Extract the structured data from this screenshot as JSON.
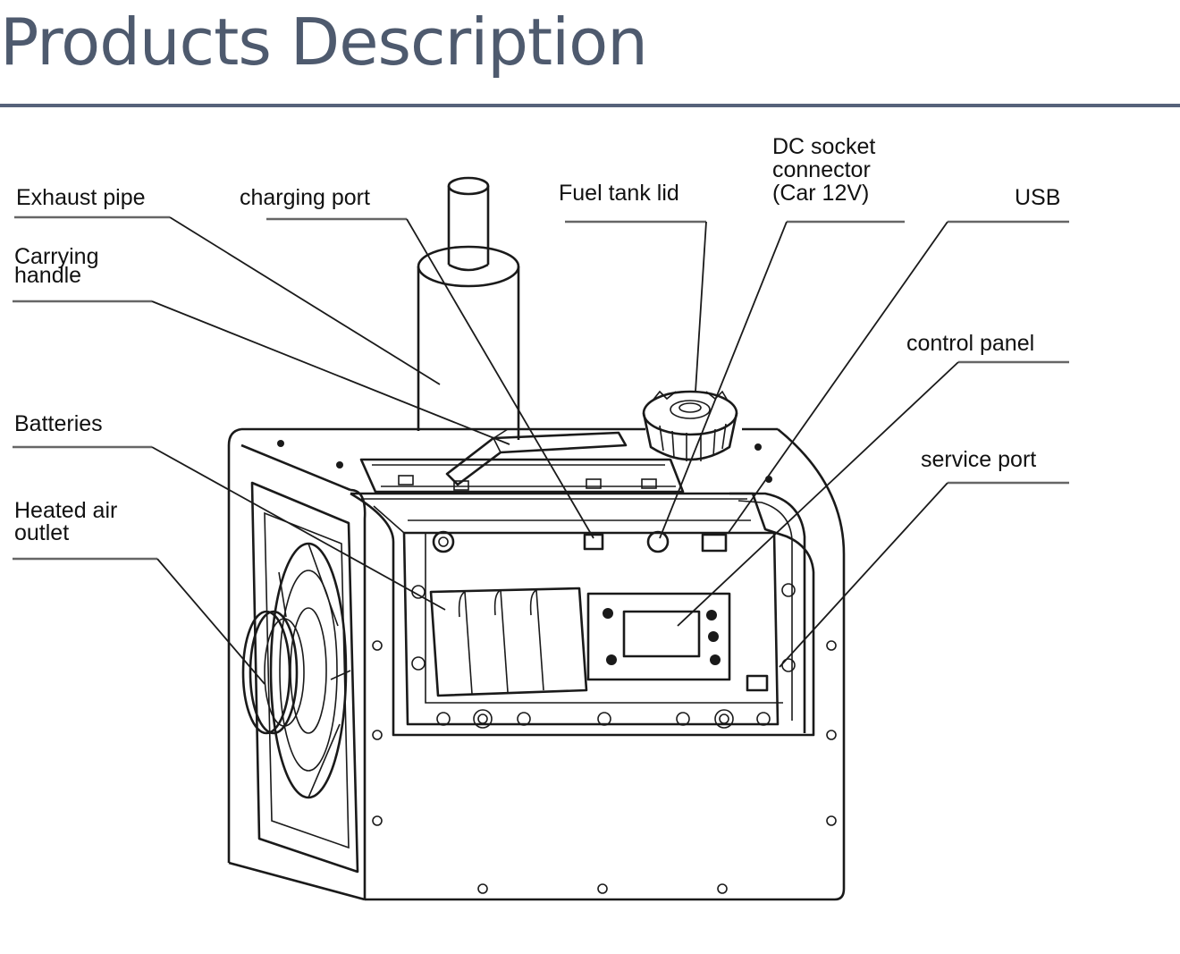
{
  "page": {
    "title": "Products Description"
  },
  "diagram": {
    "labels": {
      "exhaust_pipe": "Exhaust pipe",
      "charging_port": "charging port",
      "fuel_tank_lid": "Fuel tank lid",
      "dc_socket_line1": "DC socket",
      "dc_socket_line2": "connector",
      "dc_socket_line3": "(Car 12V)",
      "usb": "USB",
      "carrying_handle_line1": "Carrying",
      "carrying_handle_line2": "handle",
      "control_panel": "control panel",
      "batteries": "Batteries",
      "service_port": "service port",
      "heated_air_line1": "Heated air",
      "heated_air_line2": "outlet"
    }
  },
  "colors": {
    "title": "#4e5a6e",
    "rule": "#56627a",
    "ink": "#1a1a1a"
  }
}
